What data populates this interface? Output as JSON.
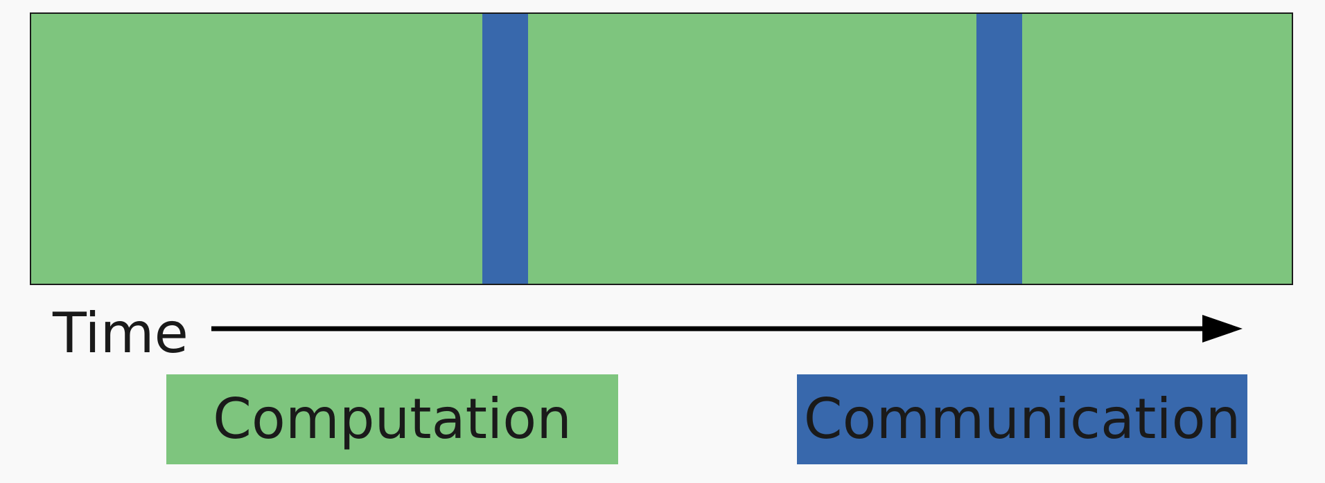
{
  "timeline": {
    "segments": [
      {
        "kind": "computation",
        "start": 0.0,
        "end": 0.358
      },
      {
        "kind": "communication",
        "start": 0.358,
        "end": 0.394
      },
      {
        "kind": "computation",
        "start": 0.394,
        "end": 0.75
      },
      {
        "kind": "communication",
        "start": 0.75,
        "end": 0.786
      },
      {
        "kind": "computation",
        "start": 0.786,
        "end": 1.0
      }
    ]
  },
  "axis": {
    "label": "Time"
  },
  "legend": {
    "computation": {
      "label": "Computation",
      "color": "#7ec57e"
    },
    "communication": {
      "label": "Communication",
      "color": "#3868ac"
    }
  },
  "colors": {
    "computation": "#7ec57e",
    "communication": "#3868ac",
    "outline": "#1a1a1a",
    "arrow": "#000000",
    "background": "#f9f9f9"
  }
}
